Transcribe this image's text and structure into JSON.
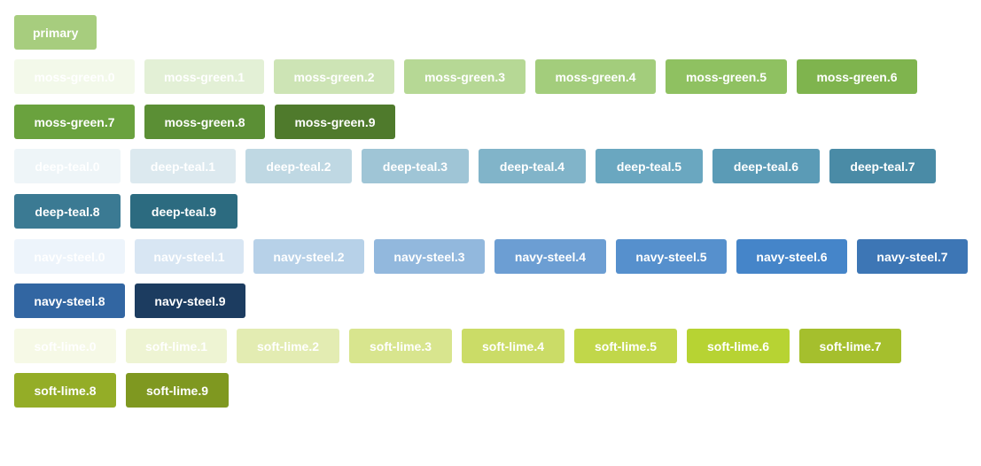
{
  "primary": {
    "label": "primary",
    "color": "#a7cd7e"
  },
  "moss_green": [
    {
      "label": "moss-green.0",
      "color": "#f3f9ea"
    },
    {
      "label": "moss-green.1",
      "color": "#e3f0d6"
    },
    {
      "label": "moss-green.2",
      "color": "#cde4b5"
    },
    {
      "label": "moss-green.3",
      "color": "#b6d895"
    },
    {
      "label": "moss-green.4",
      "color": "#a3cd7c"
    },
    {
      "label": "moss-green.5",
      "color": "#8fc161"
    },
    {
      "label": "moss-green.6",
      "color": "#7fb44e"
    },
    {
      "label": "moss-green.7",
      "color": "#6aa23e"
    },
    {
      "label": "moss-green.8",
      "color": "#5b8f35"
    },
    {
      "label": "moss-green.9",
      "color": "#4f7a2c"
    }
  ],
  "deep_teal": [
    {
      "label": "deep-teal.0",
      "color": "#eef5f8"
    },
    {
      "label": "deep-teal.1",
      "color": "#dce9ef"
    },
    {
      "label": "deep-teal.2",
      "color": "#bfd8e3"
    },
    {
      "label": "deep-teal.3",
      "color": "#9fc5d6"
    },
    {
      "label": "deep-teal.4",
      "color": "#81b4c9"
    },
    {
      "label": "deep-teal.5",
      "color": "#6aa7c0"
    },
    {
      "label": "deep-teal.6",
      "color": "#5b9bb6"
    },
    {
      "label": "deep-teal.7",
      "color": "#4a8ba6"
    },
    {
      "label": "deep-teal.8",
      "color": "#3b7a93"
    },
    {
      "label": "deep-teal.9",
      "color": "#2c6b80"
    }
  ],
  "navy_steel": [
    {
      "label": "navy-steel.0",
      "color": "#edf4fb"
    },
    {
      "label": "navy-steel.1",
      "color": "#d8e6f3"
    },
    {
      "label": "navy-steel.2",
      "color": "#b7d1e8"
    },
    {
      "label": "navy-steel.3",
      "color": "#92b8dd"
    },
    {
      "label": "navy-steel.4",
      "color": "#6c9ed3"
    },
    {
      "label": "navy-steel.5",
      "color": "#5690cd"
    },
    {
      "label": "navy-steel.6",
      "color": "#4585c9"
    },
    {
      "label": "navy-steel.7",
      "color": "#3d76b5"
    },
    {
      "label": "navy-steel.8",
      "color": "#3266a2"
    },
    {
      "label": "navy-steel.9",
      "color": "#1c3c60"
    }
  ],
  "soft_lime": [
    {
      "label": "soft-lime.0",
      "color": "#f6f9e6"
    },
    {
      "label": "soft-lime.1",
      "color": "#eef4d3"
    },
    {
      "label": "soft-lime.2",
      "color": "#e3ecb2"
    },
    {
      "label": "soft-lime.3",
      "color": "#d8e58e"
    },
    {
      "label": "soft-lime.4",
      "color": "#cbdc67"
    },
    {
      "label": "soft-lime.5",
      "color": "#c1d74a"
    },
    {
      "label": "soft-lime.6",
      "color": "#b7d333"
    },
    {
      "label": "soft-lime.7",
      "color": "#a5bf2d"
    },
    {
      "label": "soft-lime.8",
      "color": "#94ad27"
    },
    {
      "label": "soft-lime.9",
      "color": "#7f9820"
    }
  ]
}
